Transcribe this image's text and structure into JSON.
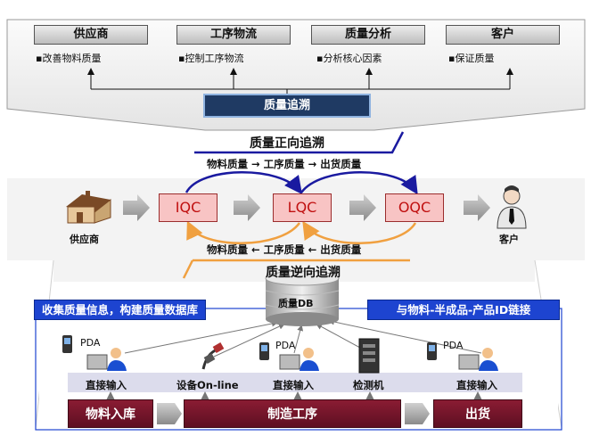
{
  "top": {
    "items": [
      {
        "title": "供应商",
        "desc": "▪改善物料质量"
      },
      {
        "title": "工序物流",
        "desc": "▪控制工序物流"
      },
      {
        "title": "质量分析",
        "desc": "▪分析核心因素"
      },
      {
        "title": "客户",
        "desc": "▪保证质量"
      }
    ],
    "trace_label": "质量追溯"
  },
  "forward": {
    "heading": "质量正向追溯",
    "line": "物料质量 → 工序质量 → 出货质量"
  },
  "backward": {
    "heading": "质量逆向追溯",
    "line": "物料质量 ← 工序质量 ← 出货质量"
  },
  "chain": {
    "supplier_label": "供应商",
    "customer_label": "客户",
    "qc_boxes": [
      "IQC",
      "LQC",
      "OQC"
    ]
  },
  "db": {
    "label": "质量DB",
    "left_banner": "收集质量信息，构建质量数据库",
    "right_banner": "与物料-半成品-产品ID链接"
  },
  "inputs": {
    "pda_label": "PDA",
    "labels": [
      "直接输入",
      "设备On-line",
      "直接输入",
      "检测机",
      "直接输入"
    ]
  },
  "stages": [
    "物料入库",
    "制造工序",
    "出货"
  ],
  "colors": {
    "trace_box": "#1f3a63",
    "banner": "#1d44d0",
    "stage": "#7a1a2e",
    "qc_fill": "#f8c4c4",
    "forward_arrow": "#1a1aa0",
    "backward_arrow": "#f0a040"
  }
}
